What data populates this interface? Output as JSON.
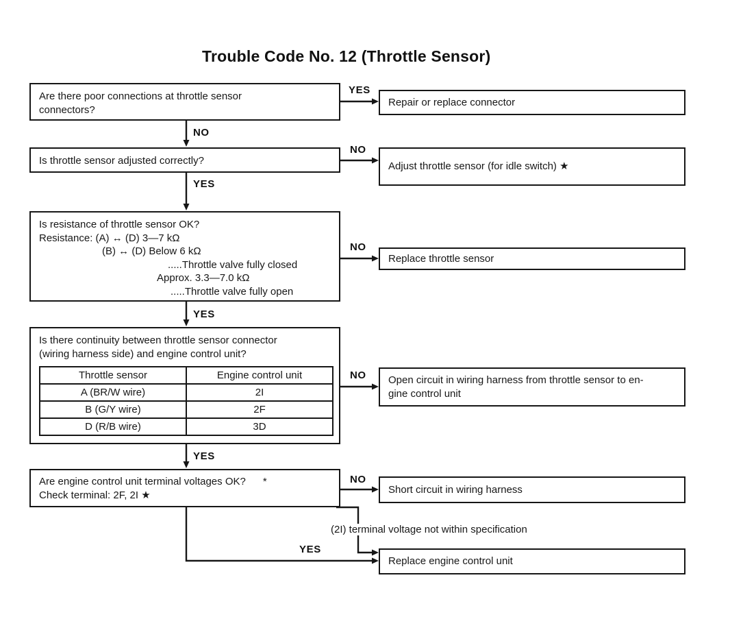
{
  "title": "Trouble Code No. 12 (Throttle Sensor)",
  "labels": {
    "yes": "YES",
    "no": "NO"
  },
  "questions": {
    "q1": {
      "lines": [
        "Are there poor connections at throttle sensor",
        "connectors?"
      ]
    },
    "q2": {
      "lines": [
        "Is throttle sensor adjusted correctly?"
      ]
    },
    "q3": {
      "lines": [
        "Is resistance of throttle sensor OK?",
        "Resistance: (A) ↔ (D) 3—7 kΩ",
        "(B) ↔ (D) Below 6 kΩ",
        ".....Throttle valve fully closed",
        "Approx. 3.3—7.0 kΩ",
        ".....Throttle valve fully open"
      ]
    },
    "q4": {
      "lines": [
        "Is there continuity between throttle sensor connector",
        "(wiring harness side) and engine control unit?"
      ],
      "table": {
        "headers": [
          "Throttle sensor",
          "Engine control unit"
        ],
        "rows": [
          {
            "sensor": "A (BR/W wire)",
            "ecu": "2I"
          },
          {
            "sensor": "B (G/Y wire)",
            "ecu": "2F"
          },
          {
            "sensor": "D (R/B wire)",
            "ecu": "3D"
          }
        ]
      }
    },
    "q5": {
      "lines": [
        "Are engine control unit terminal voltages OK?      *",
        "Check terminal: 2F, 2I ★"
      ]
    }
  },
  "actions": {
    "a1": {
      "lines": [
        "Repair or replace connector"
      ]
    },
    "a2": {
      "lines": [
        "Adjust throttle sensor (for idle switch) ★"
      ]
    },
    "a3": {
      "lines": [
        "Replace throttle sensor"
      ]
    },
    "a4": {
      "lines": [
        "Open circuit in wiring harness from throttle sensor to en-",
        "gine control unit"
      ]
    },
    "a5": {
      "lines": [
        "Short circuit in wiring harness"
      ]
    },
    "a6": {
      "lines": [
        "Replace engine control unit"
      ]
    }
  },
  "note_2i": "(2I) terminal voltage not within specification",
  "colors": {
    "ink": "#161616",
    "paper": "#ffffff"
  }
}
